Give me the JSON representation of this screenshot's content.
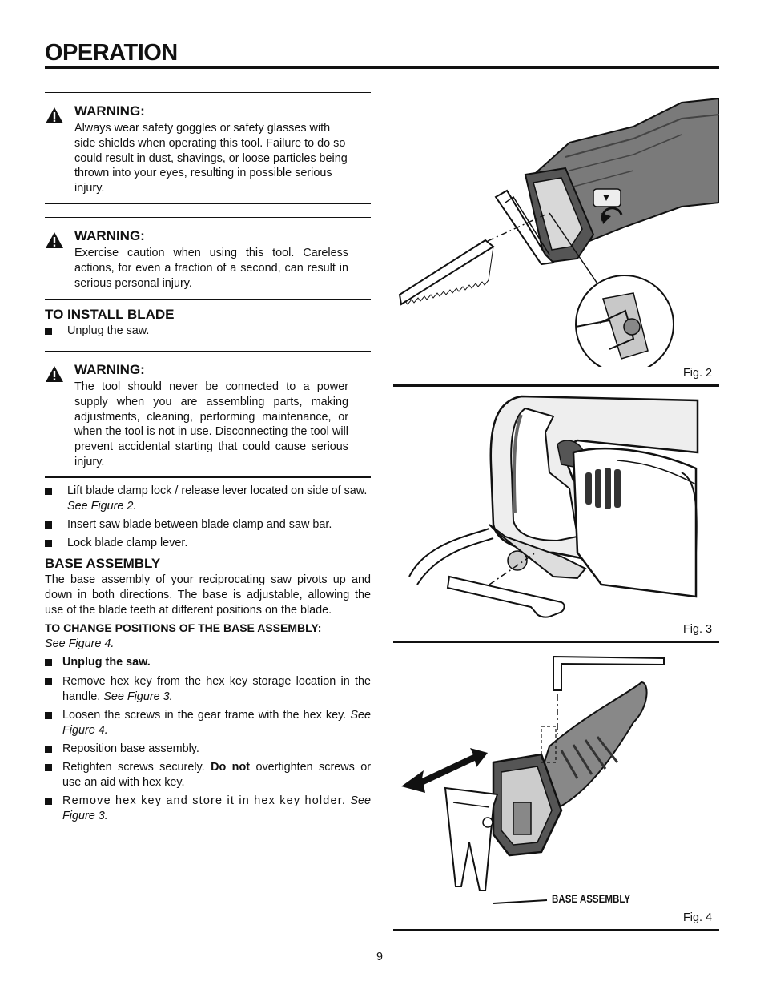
{
  "page_title": "OPERATION",
  "warnings": [
    {
      "heading": "WARNING:",
      "text": "Always wear safety goggles or safety glasses with side shields when operating this tool. Failure to do so could result in dust, shavings, or loose particles being thrown into your eyes, resulting in possible serious injury."
    },
    {
      "heading": "WARNING:",
      "text": "Exercise caution when using this tool. Careless actions, for even a fraction of a second, can result in serious personal injury."
    },
    {
      "heading": "WARNING:",
      "text": "The tool should never be connected to a power supply when you are assembling parts, making adjustments, cleaning, performing maintenance, or when the tool is not in use. Disconnecting the tool will prevent accidental starting that could cause serious injury."
    }
  ],
  "install_blade": {
    "heading": "TO INSTALL BLADE",
    "step1": "Unplug the saw.",
    "steps": [
      {
        "text": "Lift blade clamp lock / release lever located on side of saw.",
        "ref": "See Figure 2."
      },
      {
        "text": "Insert saw blade between blade clamp and saw bar."
      },
      {
        "text": "Lock blade clamp lever."
      }
    ]
  },
  "base_assembly": {
    "heading": "BASE ASSEMBLY",
    "intro": "The base assembly of your reciprocating saw pivots up and down in both directions. The base is adjustable, allowing the use of the blade teeth at different positions on the blade.",
    "subheading": "TO CHANGE POSITIONS OF THE BASE ASSEMBLY:",
    "subref": "See Figure 4.",
    "steps": [
      {
        "bold": "Unplug the saw."
      },
      {
        "text": "Remove hex key from the hex key storage location in the handle.",
        "ref": "See Figure 3."
      },
      {
        "text": "Loosen the screws in the gear frame with the hex key.",
        "ref": "See Figure 4."
      },
      {
        "text": "Reposition base assembly."
      },
      {
        "text_pre": "Retighten screws securely.",
        "bold": "Do not",
        "text_post": "overtighten screws or use an aid with hex key."
      },
      {
        "text": "Remove hex key and store it in hex key holder.",
        "ref": "See Figure 3."
      }
    ]
  },
  "figures": {
    "fig2": "Fig. 2",
    "fig3": "Fig. 3",
    "fig4": "Fig. 4",
    "fig4_label": "BASE ASSEMBLY"
  },
  "page_number": "9"
}
